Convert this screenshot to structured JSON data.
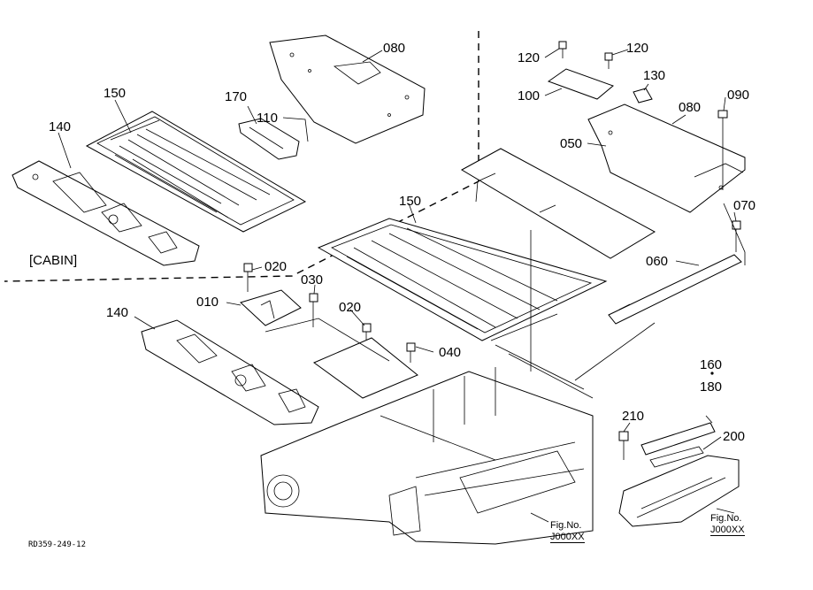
{
  "labels": {
    "p150_cabin": "150",
    "p140_cabin": "140",
    "p170": "170",
    "p110": "110",
    "p080_cabin": "080",
    "cabin": "[CABIN]",
    "p120_a": "120",
    "p120_b": "120",
    "p130": "130",
    "p100": "100",
    "p080": "080",
    "p090": "090",
    "p050": "050",
    "p070": "070",
    "p150": "150",
    "p060": "060",
    "p020_a": "020",
    "p030": "030",
    "p010": "010",
    "p020_b": "020",
    "p040": "040",
    "p140": "140",
    "p160": "160",
    "p180": "180",
    "p210": "210",
    "p200": "200"
  },
  "figure_refs": {
    "left": {
      "line1": "Fig.No.",
      "line2": "J000XX"
    },
    "right": {
      "line1": "Fig.No.",
      "line2": "J000XX"
    }
  },
  "drawing_code": "RD359-249-12"
}
